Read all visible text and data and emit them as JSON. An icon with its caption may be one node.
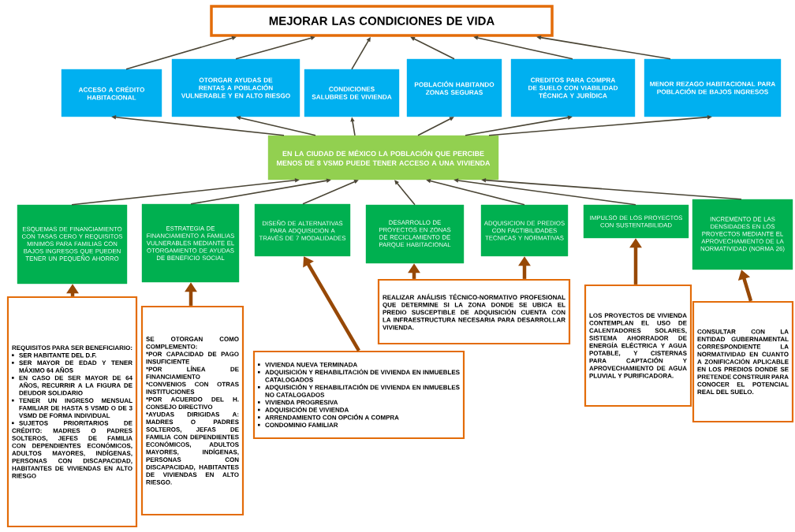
{
  "diagram": {
    "nodes": [
      {
        "text": [
          "MEJORAR LAS CONDICIONES DE VIDA"
        ]
      },
      {
        "text": [
          "ACCESO A CRÉDITO HABITACIONAL"
        ]
      },
      {
        "text": [
          "OTORGAR AYUDAS DE RENTAS A POBLACIÓN VULNERABLE Y EN ALTO RIESGO"
        ]
      },
      {
        "text": [
          "CONDICIONES SALUBRES DE VIVIENDA"
        ]
      },
      {
        "text": [
          "POBLACIÓN HABITANDO ZONAS SEGURAS"
        ]
      },
      {
        "text": [
          "CREDITOS PARA COMPRA DE SUELO CON VIABILIDAD TÉCNICA Y JURÍDICA"
        ]
      },
      {
        "text": [
          "MENOR REZAGO HABITACIONAL PARA POBLACIÓN DE BAJOS INGRESOS"
        ]
      },
      {
        "text": [
          "EN LA CIUDAD DE MÉXICO LA POBLACIÓN QUE PERCIBE MENOS DE 8 VSMD PUEDE TENER ACCESO A UNA VIVIENDA"
        ]
      },
      {
        "text": [
          "ESQUEMAS DE FINANCIAMIENTO CON TASAS CERO Y REQUISITOS MINIMOS PARA FAMILIAS CON BAJOS INGRESOS QUE PUEDEN TENER UN PEQUEÑO AHORRO"
        ]
      },
      {
        "text": [
          "ESTRATEGIA DE FINANCIAMIENTO A FAMILIAS VULNERABLES MEDIANTE EL OTORGAMIENTO DE AYUDAS DE BENEFICIO SOCIAL"
        ]
      },
      {
        "text": [
          "DISEÑO DE ALTERNATIVAS PARA ADQUISICIÓN A TRAVÉS DE 7 MODALIDADES"
        ]
      },
      {
        "text": [
          "DESARROLLO DE PROYECTOS EN ZONAS DE RECICLAMIENTO DE PARQUE HABITACIONAL"
        ]
      },
      {
        "text": [
          "ADQUISICION DE PREDIOS CON FACTIBILIDADES TECNICAS Y NORMATIVAS"
        ]
      },
      {
        "text": [
          "IMPULSO DE LOS PROYECTOS CON SUSTENTABILIDAD"
        ]
      },
      {
        "text": [
          "INCREMENTO DE LAS DENSIDADES EN LOS PROYECTOS MEDIANTE EL APROVECHAMIENTO DE LA NORMATIVIDAD (NORMA 26)"
        ]
      },
      {
        "text": [
          "REQUISITOS PARA SER BENEFICIARIO:",
          "SER HABITANTE DEL D.F.",
          "SER MAYOR DE EDAD Y TENER MÁXIMO 64 AÑOS",
          "EN CASO DE SER MAYOR DE 64 AÑOS, RECURRIR A LA FIGURA DE DEUDOR SOLIDARIO",
          "TENER UN INGRESO MENSUAL FAMILIAR DE HASTA 5 VSMD O DE 3 VSMD DE FORMA INDIVIDUAL",
          "SUJETOS PRIORITARIOS DE CRÉDITO: MADRES O PADRES SOLTEROS, JEFES DE FAMILIA CON DEPENDIENTES ECONÓMICOS, ADULTOS MAYORES, INDÍGENAS, PERSONAS CON DISCAPACIDAD, HABITANTES DE VIVIENDAS EN ALTO RIESGO"
        ]
      },
      {
        "text": [
          "SE OTORGAN COMO COMPLEMENTO:",
          "*POR CAPACIDAD DE PAGO INSUFICIENTE",
          "*POR LÍNEA DE FINANCIAMIENTO",
          "*CONVENIOS CON OTRAS INSTITUCIONES",
          "*POR ACUERDO DEL H. CONSEJO DIRECTIVO",
          "*AYUDAS DIRIGIDAS A: MADRES O PADRES SOLTEROS, JEFAS DE FAMILIA CON DEPENDIENTES ECONÓMICOS, ADULTOS MAYORES, INDÍGENAS, PERSONAS CON DISCAPACIDAD, HABITANTES DE VIVIENDAS EN ALTO RIESGO."
        ]
      },
      {
        "text": [
          "VIVIENDA NUEVA TERMINADA",
          "ADQUISICIÓN Y REHABILITACIÓN DE VIVIENDA EN INMUEBLES CATALOGADOS",
          "ADQUISICIÓN Y REHABILITACIÓN DE VIVIENDA EN INMUEBLES NO CATALOGADOS",
          "VIVIENDA PROGRESIVA",
          "ADQUISICIÓN DE VIVIENDA",
          "ARRENDAMIENTO CON OPCIÓN A COMPRA",
          "CONDOMINIO FAMILIAR"
        ]
      },
      {
        "text": [
          "REALIZAR ANÁLISIS TÉCNICO-NORMATIVO PROFESIONAL QUE DETERMINE SI LA ZONA DONDE SE UBICA EL PREDIO SUSCEPTIBLE DE ADQUISICIÓN CUENTA CON LA INFRAESTRUCTURA NECESARIA PARA DESARROLLAR VIVIENDA."
        ]
      },
      {
        "text": [
          "LOS PROYECTOS DE VIVIENDA CONTEMPLAN EL USO DE CALENTADORES SOLARES, SISTEMA AHORRADOR DE ENERGÍA ELÉCTRICA Y AGUA POTABLE, Y CISTERNAS PARA CAPTACIÓN Y APROVECHAMIENTO DE AGUA PLUVIAL Y PURIFICADORA."
        ]
      },
      {
        "text": [
          "CONSULTAR CON LA ENTIDAD GUBERNAMENTAL CORRESPONDIENTE LA NORMATIVIDAD EN CUANTO A ZONIFICACIÓN APLICABLE EN LOS PREDIOS DONDE SE PRETENDE CONSTRUIR PARA CONOCER EL POTENCIAL REAL DEL SUELO."
        ]
      }
    ],
    "edges": [
      {
        "from": 1,
        "to": 0,
        "arrow": "to"
      },
      {
        "from": 2,
        "to": 0,
        "arrow": "to"
      },
      {
        "from": 3,
        "to": 0,
        "arrow": "to"
      },
      {
        "from": 4,
        "to": 0,
        "arrow": "to"
      },
      {
        "from": 5,
        "to": 0,
        "arrow": "to"
      },
      {
        "from": 6,
        "to": 0,
        "arrow": "to"
      },
      {
        "from": 7,
        "to": 1,
        "arrow": "to"
      },
      {
        "from": 7,
        "to": 2,
        "arrow": "to"
      },
      {
        "from": 7,
        "to": 3,
        "arrow": "to"
      },
      {
        "from": 7,
        "to": 4,
        "arrow": "to"
      },
      {
        "from": 7,
        "to": 5,
        "arrow": "to"
      },
      {
        "from": 7,
        "to": 6,
        "arrow": "to"
      },
      {
        "from": 8,
        "to": 7,
        "arrow": "to"
      },
      {
        "from": 9,
        "to": 7,
        "arrow": "to"
      },
      {
        "from": 10,
        "to": 7,
        "arrow": "to"
      },
      {
        "from": 11,
        "to": 7,
        "arrow": "to"
      },
      {
        "from": 12,
        "to": 7,
        "arrow": "to"
      },
      {
        "from": 13,
        "to": 7,
        "arrow": "to"
      },
      {
        "from": 14,
        "to": 7,
        "arrow": "to"
      },
      {
        "from": 15,
        "to": 8,
        "arrow": "to",
        "style": "thick",
        "color": "#974806"
      },
      {
        "from": 16,
        "to": 9,
        "arrow": "to",
        "style": "thick",
        "color": "#974806"
      },
      {
        "from": 17,
        "to": 10,
        "arrow": "to",
        "style": "thick",
        "color": "#974806"
      },
      {
        "from": 18,
        "to": 11,
        "arrow": "to",
        "style": "thick",
        "color": "#974806"
      },
      {
        "from": 18,
        "to": 12,
        "arrow": "to",
        "style": "thick",
        "color": "#974806"
      },
      {
        "from": 19,
        "to": 13,
        "arrow": "to",
        "style": "thick",
        "color": "#974806"
      },
      {
        "from": 20,
        "to": 14,
        "arrow": "to",
        "style": "thick",
        "color": "#974806"
      }
    ]
  }
}
